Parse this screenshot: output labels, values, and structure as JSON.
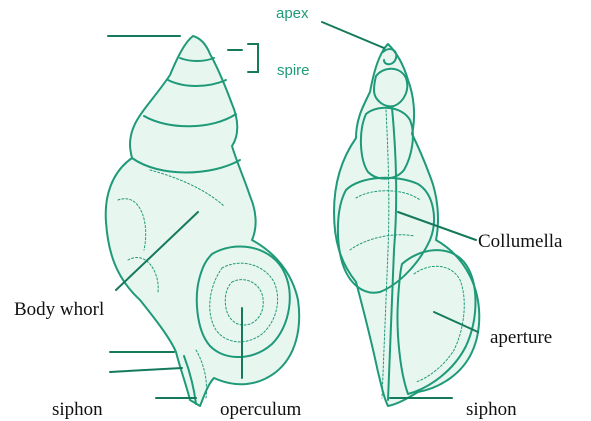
{
  "colors": {
    "ink": "#1f9a78",
    "ink_dark": "#157a5c",
    "fill": "#e8f6f0",
    "label_black": "#111111"
  },
  "labels": {
    "apex": "apex",
    "spire": "spire",
    "collumella": "Collumella",
    "body_whorl": "Body whorl",
    "aperture": "aperture",
    "siphon_left": "siphon",
    "operculum": "operculum",
    "siphon_right": "siphon"
  }
}
